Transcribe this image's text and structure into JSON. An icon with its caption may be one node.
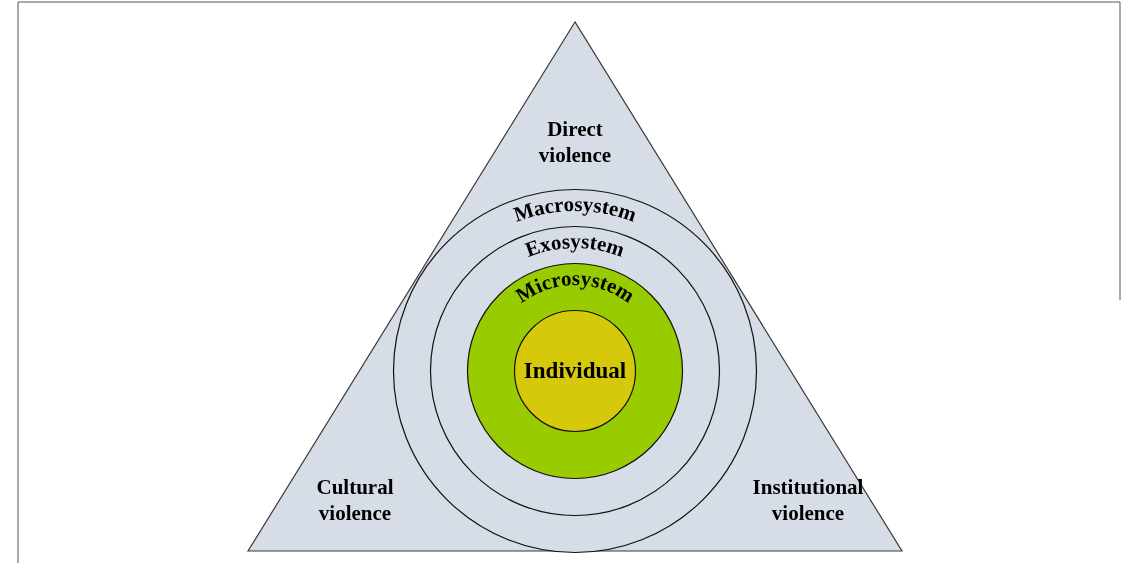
{
  "diagram": {
    "nodes": [
      {
        "text": [
          "Direct violence",
          "Cultural violence",
          "Institutional violence"
        ]
      },
      {
        "text": [
          "Macrosystem"
        ],
        "in": 0
      },
      {
        "text": [
          "Exosystem"
        ],
        "in": 1
      },
      {
        "text": [
          "Microsystem"
        ],
        "in": 2
      },
      {
        "text": [
          "Individual"
        ],
        "in": 3
      }
    ]
  }
}
